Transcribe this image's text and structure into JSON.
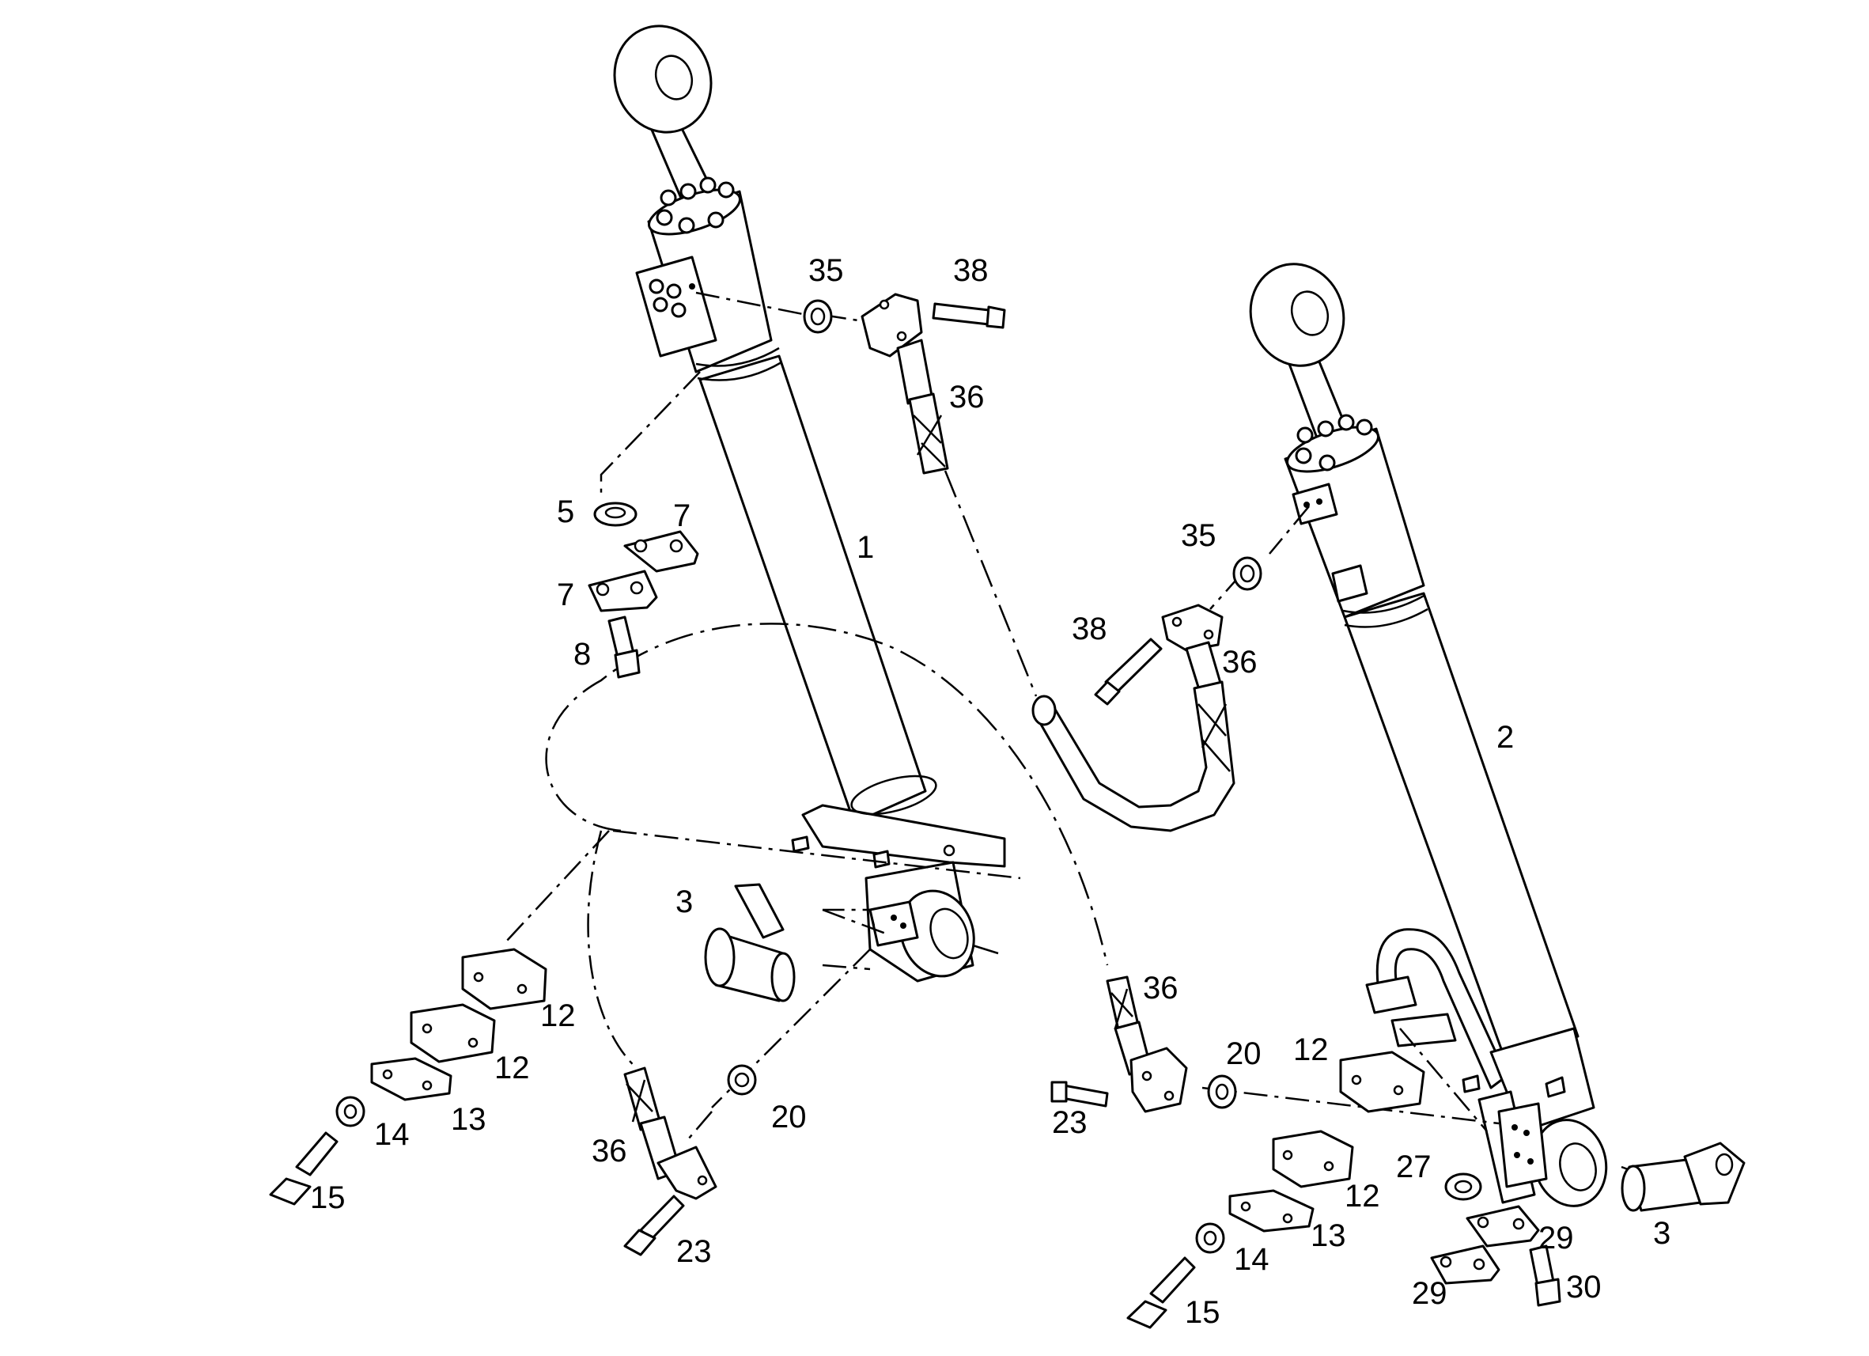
{
  "colors": {
    "line": "#000000",
    "background": "#ffffff"
  },
  "callouts": {
    "c1": "1",
    "c2": "2",
    "c3a": "3",
    "c3b": "3",
    "c5": "5",
    "c7a": "7",
    "c7b": "7",
    "c8": "8",
    "c12a": "12",
    "c12b": "12",
    "c12c": "12",
    "c12d": "12",
    "c13a": "13",
    "c13b": "13",
    "c14a": "14",
    "c14b": "14",
    "c15a": "15",
    "c15b": "15",
    "c20a": "20",
    "c20b": "20",
    "c23a": "23",
    "c23b": "23",
    "c27": "27",
    "c29a": "29",
    "c29b": "29",
    "c30": "30",
    "c35a": "35",
    "c35b": "35",
    "c36a": "36",
    "c36b": "36",
    "c36c": "36",
    "c36d": "36",
    "c38a": "38",
    "c38b": "38"
  }
}
